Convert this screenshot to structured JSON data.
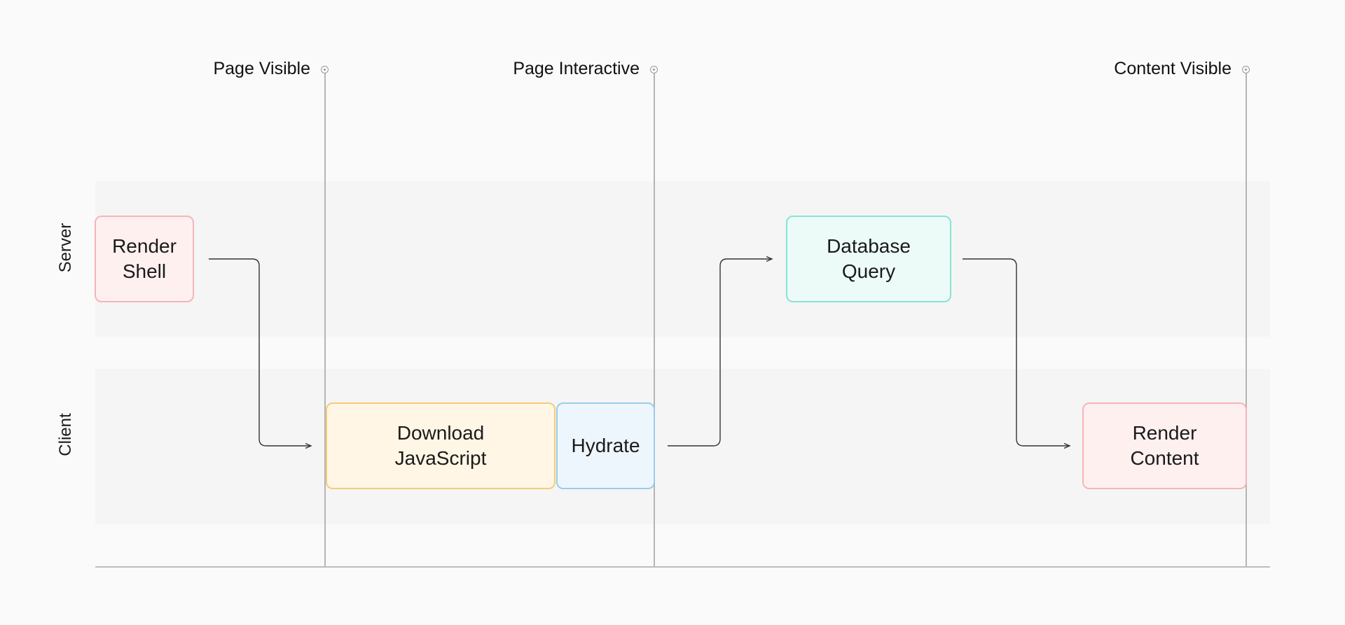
{
  "lanes": {
    "server": {
      "label": "Server"
    },
    "client": {
      "label": "Client"
    }
  },
  "milestones": {
    "page_visible": "Page Visible",
    "page_interactive": "Page Interactive",
    "content_visible": "Content Visible"
  },
  "nodes": {
    "render_shell": "Render\nShell",
    "database_query": "Database\nQuery",
    "download_javascript": "Download\nJavaScript",
    "hydrate": "Hydrate",
    "render_content": "Render\nContent"
  },
  "colors": {
    "background": "#fafafa",
    "lane": "#f5f5f5",
    "render_fill": "#fff0f0",
    "render_border": "#f5b5b8",
    "database_fill": "#edfbf8",
    "database_border": "#86e5d6",
    "download_fill": "#fff6e5",
    "download_border": "#f5cb7a",
    "hydrate_fill": "#eef6fd",
    "hydrate_border": "#97cdec",
    "connector": "#333333",
    "milestone_line": "#b5b5b5"
  },
  "edges": [
    {
      "from": "render_shell",
      "to": "download_javascript"
    },
    {
      "from": "hydrate",
      "to": "database_query"
    },
    {
      "from": "database_query",
      "to": "render_content"
    }
  ]
}
